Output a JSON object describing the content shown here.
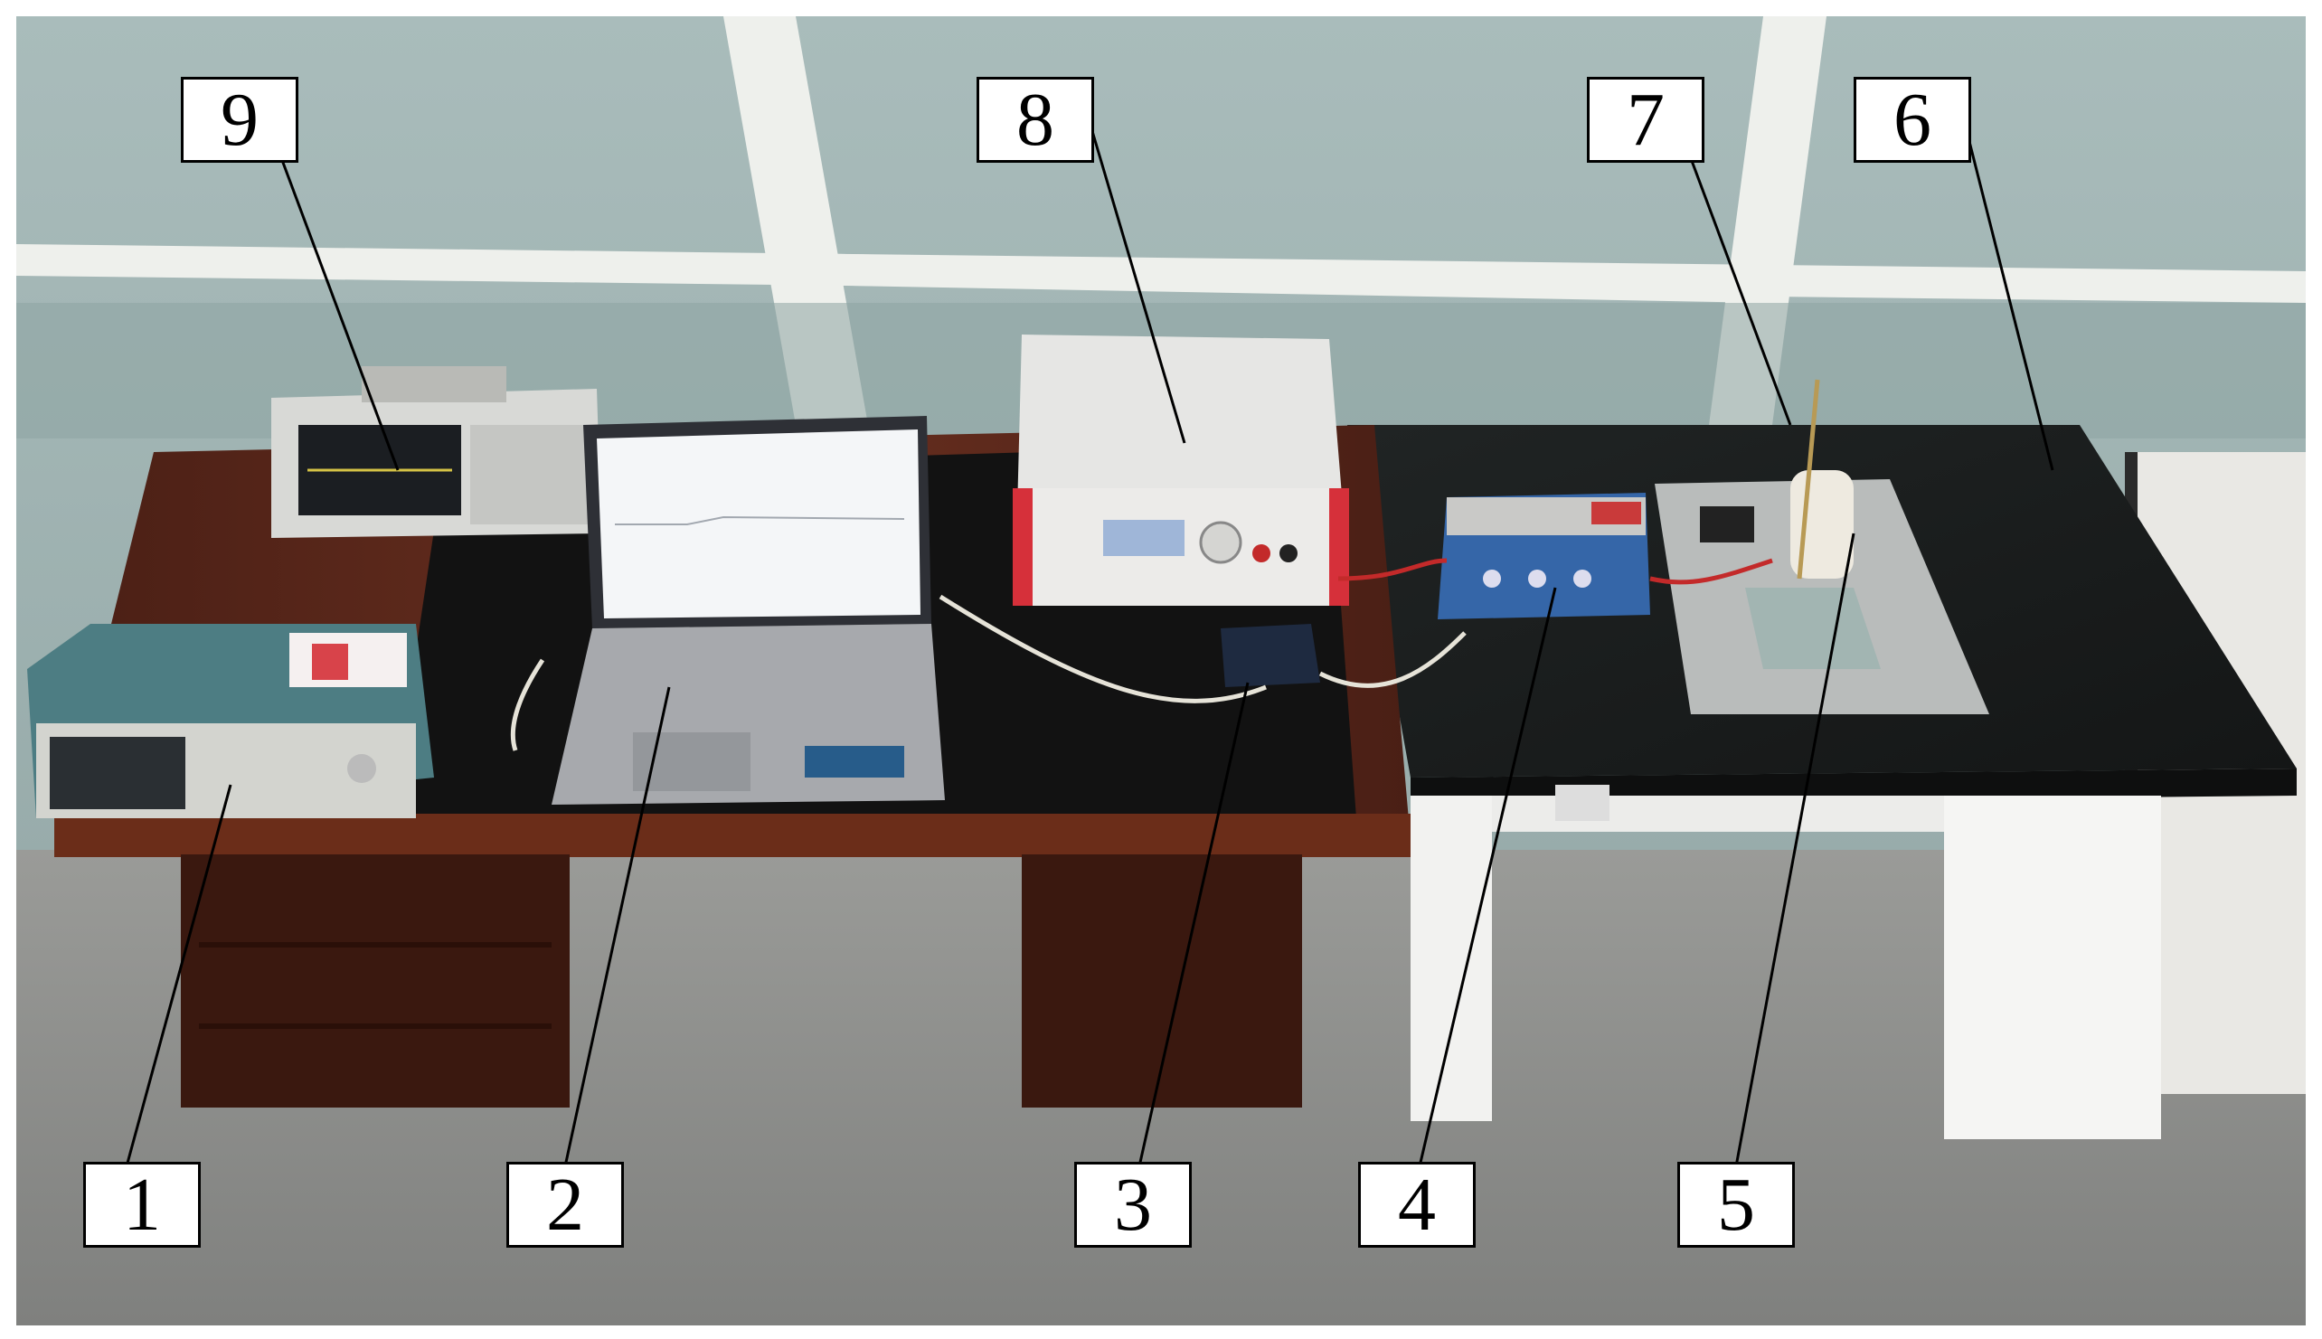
{
  "labels": {
    "l1": "1",
    "l2": "2",
    "l3": "3",
    "l4": "4",
    "l5": "5",
    "l6": "6",
    "l7": "7",
    "l8": "8",
    "l9": "9"
  },
  "colors": {
    "wall": "#9fb3b1",
    "frame": "#f1f1ee",
    "desk_wood": "#5a2a1c",
    "desk_top": "#5b1f12",
    "bench_black": "#1a1c1c",
    "bench_white": "#f3f3f3",
    "floor": "#8d8e8c"
  }
}
